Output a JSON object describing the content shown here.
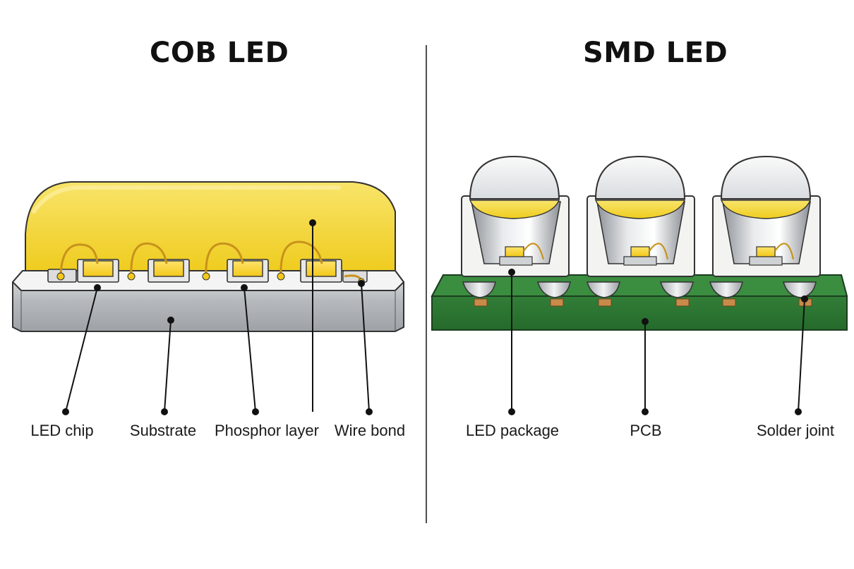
{
  "cob": {
    "title": "COB LED",
    "labels": {
      "led_chip": "LED chip",
      "substrate": "Substrate",
      "phosphor_layer": "Phosphor layer",
      "wire_bond": "Wire bond"
    }
  },
  "smd": {
    "title": "SMD LED",
    "labels": {
      "led_package": "LED package",
      "pcb": "PCB",
      "solder_joint": "Solder joint"
    }
  },
  "colors": {
    "phosphor_yellow": "#f6d62e",
    "aluminum": "#bfc3c7",
    "pcb_green": "#2f7a35",
    "copper": "#c98b4a",
    "line": "#111111"
  }
}
